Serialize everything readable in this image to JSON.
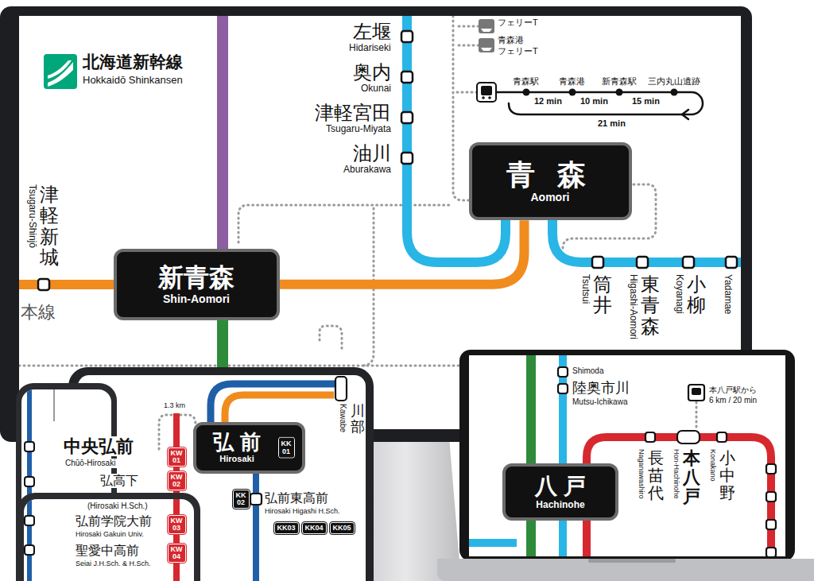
{
  "diagram": {
    "nodes": [
      {
        "text": [
          "新青森",
          "Shin-Aomori"
        ]
      },
      {
        "text": [
          "青 森",
          "Aomori"
        ]
      },
      {
        "text": [
          "弘 前",
          "Hirosaki"
        ]
      },
      {
        "text": [
          "KK 01"
        ],
        "in": 2
      },
      {
        "text": [
          "KK 02"
        ]
      },
      {
        "text": [
          "KK03"
        ]
      },
      {
        "text": [
          "KK04"
        ]
      },
      {
        "text": [
          "KK05"
        ]
      },
      {
        "text": [
          "KW 01"
        ]
      },
      {
        "text": [
          "KW 02"
        ]
      },
      {
        "text": [
          "KW 03"
        ]
      },
      {
        "text": [
          "KW 04"
        ]
      },
      {
        "text": [
          "八 戸",
          "Hachinohe"
        ]
      }
    ],
    "edges": [
      {
        "from": 0,
        "to": 1,
        "arrow": "none"
      }
    ],
    "labels": [
      "北海道新幹線",
      "Hokkaidō Shinkansen",
      "左堰",
      "Hidariseki",
      "奥内",
      "Okunai",
      "津軽宮田",
      "Tsugaru-Miyata",
      "油川",
      "Aburakawa",
      "フェリーT",
      "青森港",
      "フェリーT",
      "青森駅",
      "青森港",
      "新青森駅",
      "三内丸山遺跡",
      "12 min",
      "10 min",
      "15 min",
      "21 min",
      "津軽新城",
      "Tsugaru-Shinjō",
      "本線",
      "筒井",
      "Tsutsui",
      "東青森",
      "Higashi-Aomori",
      "小柳",
      "Koyanagi",
      "Yadamae",
      "1.3 km",
      "川部",
      "Kawabe",
      "弘前東高前",
      "Hirosaki Higashi H.Sch.",
      "中央弘前",
      "Chūō-Hirosaki",
      "弘高下",
      "(Hirosaki H.Sch.)",
      "弘前学院大前",
      "Hirosaki Gakuin Univ.",
      "聖愛中高前",
      "Seiai J.H.Sch. & H.Sch.",
      "Shimoda",
      "陸奥市川",
      "Mutsu-Ichikawa",
      "本八戸駅から",
      "6 km / 20 min",
      "長苗代",
      "Naganawashiro",
      "本八戸",
      "Hon-Hachinohe",
      "小中野",
      "Konakano"
    ]
  }
}
